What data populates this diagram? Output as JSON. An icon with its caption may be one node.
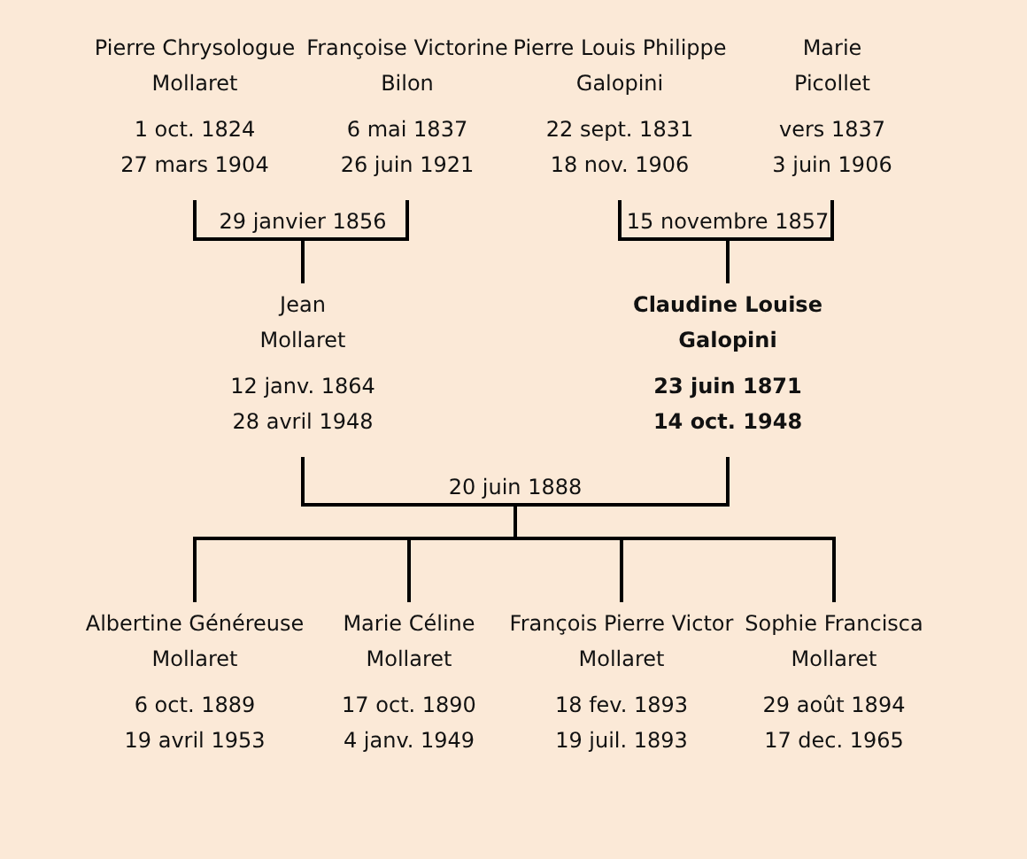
{
  "diagram": {
    "nodes": [
      {
        "text": [
          "Pierre Chrysologue Mollaret",
          "1 oct. 1824",
          "27 mars 1904"
        ]
      },
      {
        "text": [
          "Françoise Victorine Bilon",
          "6 mai 1837",
          "26 juin 1921"
        ]
      },
      {
        "text": [
          "Pierre Louis Philippe Galopini",
          "22 sept. 1831",
          "18 nov. 1906"
        ]
      },
      {
        "text": [
          "Marie Picollet",
          "vers 1837",
          "3 juin 1906"
        ]
      },
      {
        "text": [
          "29 janvier 1856"
        ]
      },
      {
        "text": [
          "15 novembre 1857"
        ]
      },
      {
        "text": [
          "Jean Mollaret",
          "12 janv. 1864",
          "28 avril 1948"
        ]
      },
      {
        "text": [
          "Claudine Louise Galopini",
          "23 juin 1871",
          "14 oct. 1948"
        ]
      },
      {
        "text": [
          "20 juin 1888"
        ]
      },
      {
        "text": [
          "Albertine Généreuse Mollaret",
          "6 oct. 1889",
          "19 avril 1953"
        ]
      },
      {
        "text": [
          "Marie Céline Mollaret",
          "17 oct. 1890",
          "4 janv. 1949"
        ]
      },
      {
        "text": [
          "François Pierre Victor Mollaret",
          "18 fev. 1893",
          "19 juil. 1893"
        ]
      },
      {
        "text": [
          "Sophie Francisca Mollaret",
          "29 août 1894",
          "17 dec. 1965"
        ]
      }
    ],
    "edges": [
      {
        "from": 0,
        "to": 4,
        "arrow": "none"
      },
      {
        "from": 1,
        "to": 4,
        "arrow": "none"
      },
      {
        "from": 2,
        "to": 5,
        "arrow": "none"
      },
      {
        "from": 3,
        "to": 5,
        "arrow": "none"
      },
      {
        "from": 4,
        "to": 6,
        "arrow": "none"
      },
      {
        "from": 5,
        "to": 7,
        "arrow": "none"
      },
      {
        "from": 6,
        "to": 8,
        "arrow": "none"
      },
      {
        "from": 7,
        "to": 8,
        "arrow": "none"
      },
      {
        "from": 8,
        "to": 9,
        "arrow": "none"
      },
      {
        "from": 8,
        "to": 10,
        "arrow": "none"
      },
      {
        "from": 8,
        "to": 11,
        "arrow": "none"
      },
      {
        "from": 8,
        "to": 12,
        "arrow": "none"
      }
    ]
  }
}
